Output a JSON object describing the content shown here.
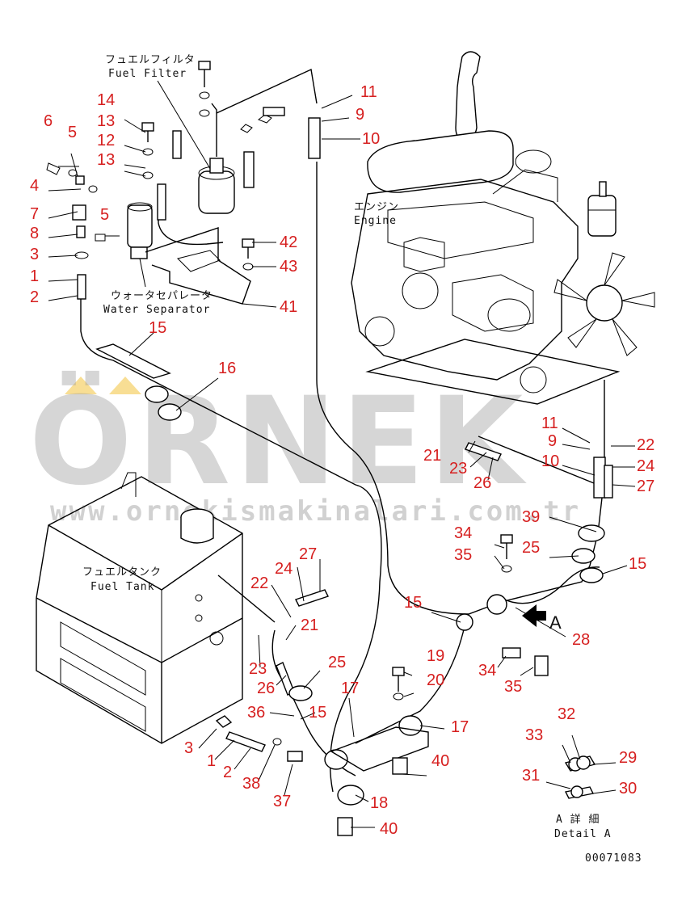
{
  "labels": {
    "fuel_filter_jp": "フュエルフィルタ",
    "fuel_filter_en": "Fuel Filter",
    "water_sep_jp": "ウォータセパレータ",
    "water_sep_en": "Water Separator",
    "engine_jp": "エンジン",
    "engine_en": "Engine",
    "fuel_tank_jp": "フュエルタンク",
    "fuel_tank_en": "Fuel Tank",
    "detail_jp": "A 詳 細",
    "detail_en": "Detail A",
    "arrow_label": "A",
    "drawing_number": "00071083"
  },
  "watermark": {
    "brand": "ÖRNEK",
    "url": "www.ornekismakinalari.com.tr",
    "color": "#9a9a9a",
    "accent": "#f2c33c"
  },
  "callout_color": "#d61f1f",
  "callouts": {
    "c6": "6",
    "c5a": "5",
    "c4": "4",
    "c5b": "5",
    "c7": "7",
    "c8": "8",
    "c3a": "3",
    "c1a": "1",
    "c2a": "2",
    "c14": "14",
    "c13a": "13",
    "c12": "12",
    "c13b": "13",
    "c11a": "11",
    "c9a": "9",
    "c10a": "10",
    "c42": "42",
    "c43": "43",
    "c41": "41",
    "c15a": "15",
    "c16": "16",
    "c11b": "11",
    "c9b": "9",
    "c10b": "10",
    "c22a": "22",
    "c24a": "24",
    "c27a": "27",
    "c21a": "21",
    "c23a": "23",
    "c26a": "26",
    "c39": "39",
    "c34a": "34",
    "c35a": "35",
    "c25a": "25",
    "c15b": "15",
    "c27b": "27",
    "c24b": "24",
    "c22b": "22",
    "c21b": "21",
    "c23b": "23",
    "c26b": "26",
    "c25b": "25",
    "c36": "36",
    "c15c": "15",
    "c15d": "15",
    "c28": "28",
    "c19": "19",
    "c20": "20",
    "c17a": "17",
    "c17b": "17",
    "c34b": "34",
    "c35b": "35",
    "c32": "32",
    "c33": "33",
    "c29": "29",
    "c31": "31",
    "c30": "30",
    "c3b": "3",
    "c1b": "1",
    "c2b": "2",
    "c38": "38",
    "c37": "37",
    "c40a": "40",
    "c18": "18",
    "c40b": "40"
  }
}
